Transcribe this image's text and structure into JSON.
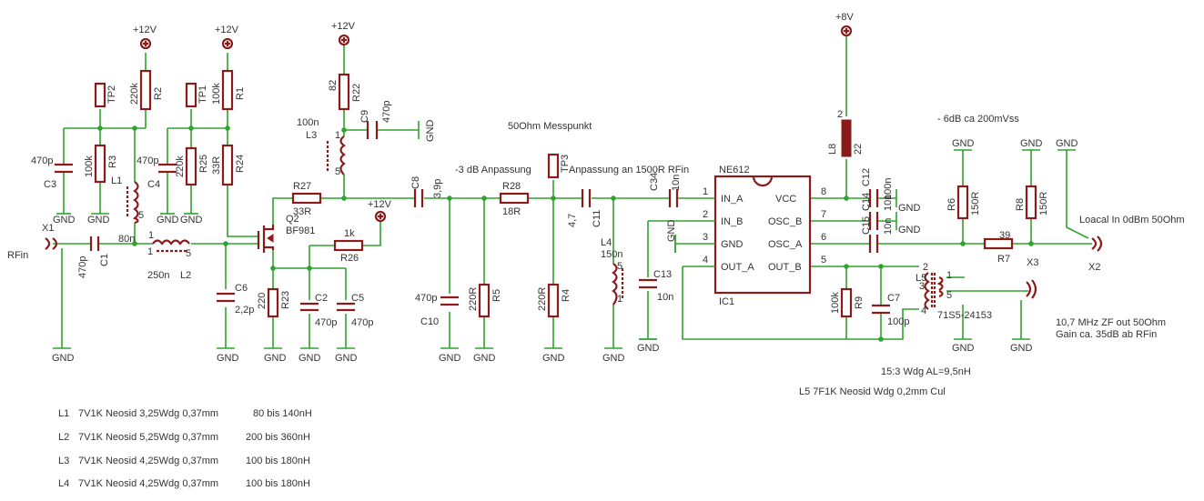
{
  "supply": {
    "v12": "+12V",
    "v8": "+8V"
  },
  "gnd": "GND",
  "ports": {
    "x1": "X1",
    "rfin": "RFin",
    "x2": "X2",
    "x3": "X3"
  },
  "testpoints": {
    "tp1": "TP1",
    "tp2": "TP2",
    "tp3": "TP3"
  },
  "transistor": {
    "ref": "Q2",
    "value": "BF981"
  },
  "ic": {
    "ref": "IC1",
    "value": "NE612",
    "pins": {
      "in_a": "IN_A",
      "in_b": "IN_B",
      "gnd": "GND",
      "out_a": "OUT_A",
      "vcc": "VCC",
      "osc_b": "OSC_B",
      "osc_a": "OSC_A",
      "out_b": "OUT_B"
    },
    "pin_numbers": {
      "p1": "1",
      "p2": "2",
      "p3": "3",
      "p4": "4",
      "p5": "5",
      "p6": "6",
      "p7": "7",
      "p8": "8"
    }
  },
  "components": {
    "r1": {
      "ref": "R1",
      "value": "100k"
    },
    "r2": {
      "ref": "R2",
      "value": "220k"
    },
    "r3": {
      "ref": "R3",
      "value": "100k"
    },
    "r4": {
      "ref": "R4",
      "value": "220R"
    },
    "r5": {
      "ref": "R5",
      "value": "220R"
    },
    "r6": {
      "ref": "R6",
      "value": "150R"
    },
    "r7": {
      "ref": "R7",
      "value": "39"
    },
    "r8": {
      "ref": "R8",
      "value": "150R"
    },
    "r9": {
      "ref": "R9",
      "value": "100k"
    },
    "r22": {
      "ref": "R22",
      "value": "82"
    },
    "r23": {
      "ref": "R23",
      "value": "220"
    },
    "r24": {
      "ref": "R24",
      "value": "33R"
    },
    "r25": {
      "ref": "R25",
      "value": "220k"
    },
    "r26": {
      "ref": "R26",
      "value": "1k"
    },
    "r27": {
      "ref": "R27",
      "value": "33R"
    },
    "r28": {
      "ref": "R28",
      "value": "18R"
    },
    "c1": {
      "ref": "C1",
      "value": "470p"
    },
    "c2": {
      "ref": "C2",
      "value": "470p"
    },
    "c3": {
      "ref": "C3",
      "value": "470p"
    },
    "c4": {
      "ref": "C4",
      "value": "470p"
    },
    "c5": {
      "ref": "C5",
      "value": "470p"
    },
    "c6": {
      "ref": "C6",
      "value": "2,2p"
    },
    "c7": {
      "ref": "C7",
      "value": "100p"
    },
    "c8": {
      "ref": "C8",
      "value": "3,9p"
    },
    "c9": {
      "ref": "C9",
      "value": "470p"
    },
    "c10": {
      "ref": "C10",
      "value": "470p"
    },
    "c11": {
      "ref": "C11",
      "value": "4,7"
    },
    "c12": {
      "ref": "C12",
      "value": "100n"
    },
    "c13": {
      "ref": "C13",
      "value": "10n"
    },
    "c14": {
      "ref": "C14",
      "value": "10n"
    },
    "c15": {
      "ref": "C15",
      "value": "10n"
    },
    "c34": {
      "ref": "C34",
      "value": "10n"
    },
    "l1": {
      "ref": "L1",
      "value": "80n"
    },
    "l2": {
      "ref": "L2",
      "value": "250n"
    },
    "l3": {
      "ref": "L3",
      "value": "100n"
    },
    "l4": {
      "ref": "L4",
      "value": "150n"
    },
    "l5": {
      "ref": "L5",
      "value": "71S5-24153"
    },
    "l8": {
      "ref": "L8",
      "value": "22"
    }
  },
  "pin_labels": {
    "one": "1",
    "two": "2",
    "three": "3",
    "four": "4",
    "five": "5"
  },
  "annotations": {
    "messpunkt": "50Ohm Messpunkt",
    "anpassung3db": "-3 dB Anpassung",
    "anpassung1500": "Anpassung an 1500R RFin",
    "minus6db": "- 6dB ca 200mVss",
    "local": "Loacal In 0dBm 50Ohm",
    "zf1": "10,7 MHz ZF out 50Ohm",
    "zf2": "Gain ca. 35dB ab RFin",
    "wdg": "15:3 Wdg AL=9,5nH",
    "l5note": "L5  7F1K Neosid  Wdg 0,2mm Cul"
  },
  "coil_notes": [
    {
      "ref": "L1",
      "spec": "7V1K Neosid 3,25Wdg 0,37mm",
      "range": "80 bis 140nH"
    },
    {
      "ref": "L2",
      "spec": "7V1K Neosid 5,25Wdg 0,37mm",
      "range": "200 bis 360nH"
    },
    {
      "ref": "L3",
      "spec": "7V1K Neosid 4,25Wdg 0,37mm",
      "range": "100 bis 180nH"
    },
    {
      "ref": "L4",
      "spec": "7V1K Neosid 4,25Wdg 0,37mm",
      "range": "100 bis 180nH"
    }
  ],
  "colors": {
    "wire": "#2ea32e",
    "part": "#8b1a1a",
    "text": "#333333"
  }
}
